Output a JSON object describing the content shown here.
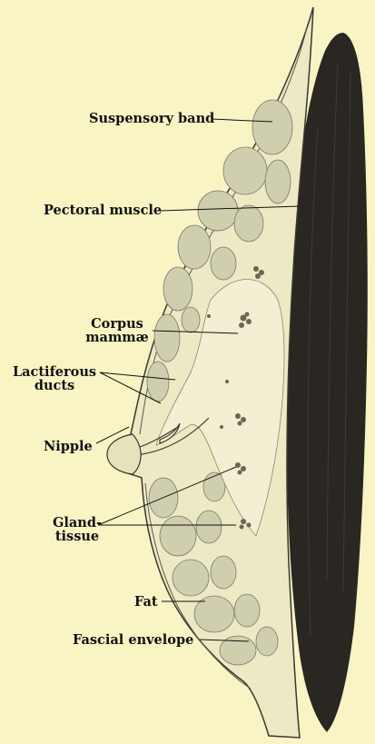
{
  "labels": {
    "suspensory_band": "Suspensory band",
    "pectoral_muscle": "Pectoral muscle",
    "corpus_line1": "Corpus",
    "corpus_line2": "mammæ",
    "lactiferous_line1": "Lactiferous",
    "lactiferous_line2": "ducts",
    "nipple": "Nipple",
    "gland_line1": "Gland-",
    "gland_line2": "tissue",
    "fat": "Fat",
    "fascial_envelope": "Fascial envelope"
  },
  "colors": {
    "background": "#f8f4c4",
    "muscle": "#2a2622",
    "fat_lobule": "#cfcfb0",
    "gland": "#f2efd2",
    "ink": "#111111"
  }
}
